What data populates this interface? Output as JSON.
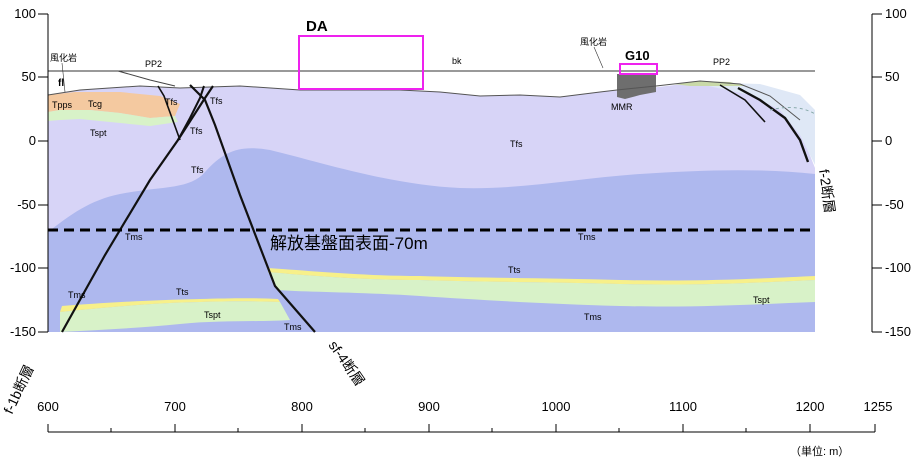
{
  "left_axis": {
    "ticks": [
      "100",
      "50",
      "0",
      "-50",
      "-100",
      "-150"
    ]
  },
  "right_axis": {
    "ticks": [
      "100",
      "50",
      "0",
      "-50",
      "-100",
      "-150"
    ]
  },
  "bottom_axis": {
    "ticks": [
      "600",
      "700",
      "800",
      "900",
      "1000",
      "1100",
      "1200",
      "1255"
    ],
    "unit_label": "（単位: m）"
  },
  "structures": {
    "da": "DA",
    "g10": "G10"
  },
  "reference_line": {
    "label": "解放基盤面表面-70m",
    "elevation_m": -70
  },
  "surface_labels": {
    "weathered_left": "風化岩",
    "weathered_right": "風化岩",
    "fl": "fl",
    "bk": "bk",
    "pp2_left": "PP2",
    "pp2_right": "PP2",
    "mmr": "MMR"
  },
  "layer_labels": {
    "tpps": "Tpps",
    "tcg": "Tcg",
    "tspt_upper": "Tspt",
    "tfs_1": "Tfs",
    "tfs_2": "Tfs",
    "tfs_3": "Tfs",
    "tfs_4": "Tfs",
    "tfs_right": "Tfs",
    "tms_left": "Tms",
    "tms_center": "Tms",
    "tms_lower_left": "Tms",
    "tts_left": "Tts",
    "tspt_lower_left": "Tspt",
    "tms_bottom": "Tms",
    "tts_right": "Tts",
    "tspt_right": "Tspt",
    "tms_lower_right": "Tms"
  },
  "faults": {
    "f1b": "f-1b断層",
    "sf4": "sf-4断層",
    "f2": "f-2断層"
  },
  "colors": {
    "tfs_light": "#d7d4f7",
    "tms_blue": "#aeb8ee",
    "tspt_green": "#d8f2c8",
    "tts_yellow": "#f7f08a",
    "tpps_orange": "#f4c9a0",
    "structure_magenta": "#ee22ee",
    "mmr_gray": "#6e6e6e"
  }
}
